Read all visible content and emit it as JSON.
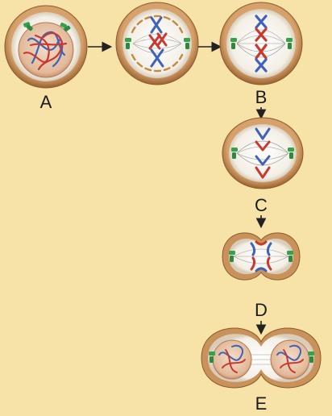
{
  "stages": [
    {
      "id": "A",
      "label": "A"
    },
    {
      "id": "B",
      "label": "B"
    },
    {
      "id": "C",
      "label": "C"
    },
    {
      "id": "D",
      "label": "D"
    },
    {
      "id": "E",
      "label": "E"
    }
  ],
  "colors": {
    "background": "#f7e3a8",
    "cell_wall": "#c9925a",
    "cell_wall_dark": "#8c5a2c",
    "cytoplasm": "#f8f5ee",
    "chromosome_blue": "#3f63b8",
    "chromosome_red": "#c8392f",
    "centrosome": "#37a04b",
    "nucleus": "#e6c3a6",
    "spindle": "#9a9a9a",
    "arrow": "#222222"
  }
}
